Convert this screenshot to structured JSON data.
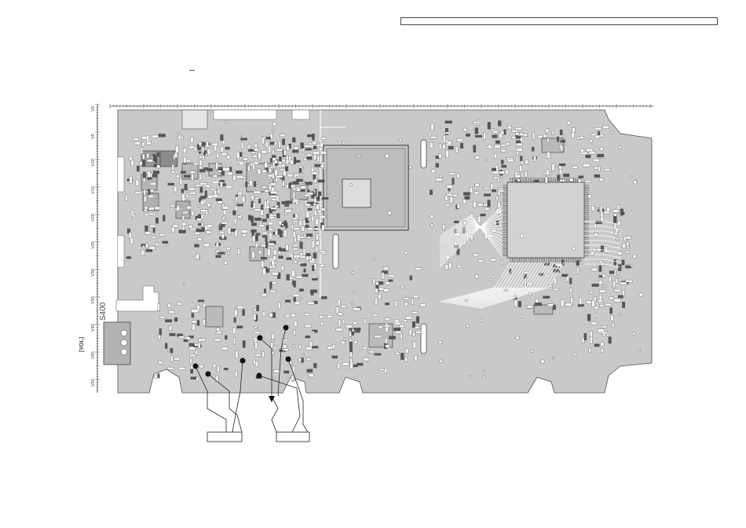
{
  "diagram": {
    "switch_ref": "S400",
    "vol_label": "[VOL]",
    "ruler_labels": [
      "V0",
      "V5",
      "V10",
      "V15",
      "V20",
      "V25",
      "V30",
      "V35",
      "V40",
      "V45",
      "V50"
    ],
    "colors": {
      "board_fill": "#c9c9c9",
      "copper": "#ffffff",
      "outline": "#555555",
      "ink": "#222222"
    }
  }
}
